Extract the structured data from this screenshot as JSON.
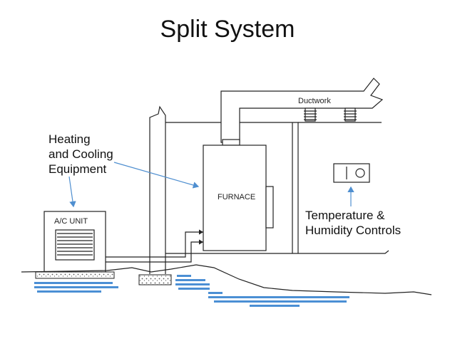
{
  "title": "Split System",
  "labels": {
    "equipment_line1": "Heating",
    "equipment_line2": "and Cooling",
    "equipment_line3": "Equipment",
    "ac_unit": "A/C UNIT",
    "furnace": "FURNACE",
    "ductwork": "Ductwork",
    "controls_line1": "Temperature &",
    "controls_line2": "Humidity Controls"
  },
  "colors": {
    "lines": "#222222",
    "arrows": "#4f8fd0",
    "water": "#4b8fd4"
  }
}
